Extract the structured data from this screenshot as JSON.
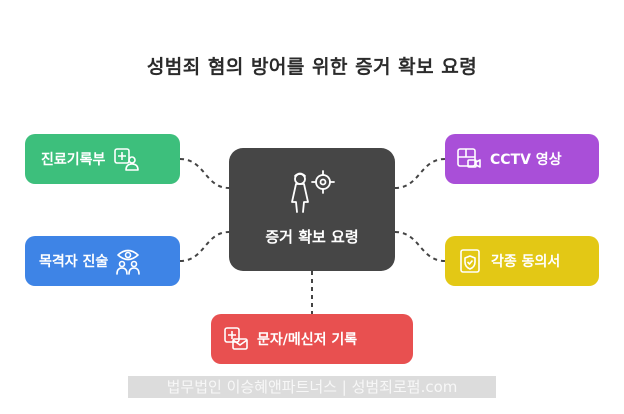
{
  "title": "성범죄 혐의 방어를 위한 증거 확보 요령",
  "center": {
    "label": "증거 확보 요령",
    "icon": "person-target-icon"
  },
  "nodes": [
    {
      "label": "진료기록부",
      "color": "#3dbf7c",
      "icon": "medical-record-icon"
    },
    {
      "label": "CCTV 영상",
      "color": "#a94fd8",
      "icon": "cctv-video-icon"
    },
    {
      "label": "목격자 진술",
      "color": "#3e84e6",
      "icon": "eye-witness-icon"
    },
    {
      "label": "각종 동의서",
      "color": "#e3c815",
      "icon": "consent-shield-icon"
    },
    {
      "label": "문자/메신저 기록",
      "color": "#e85050",
      "icon": "message-record-icon"
    }
  ],
  "watermark": "법무법인 이승혜앤파트너스 | 성범죄로펌.com"
}
